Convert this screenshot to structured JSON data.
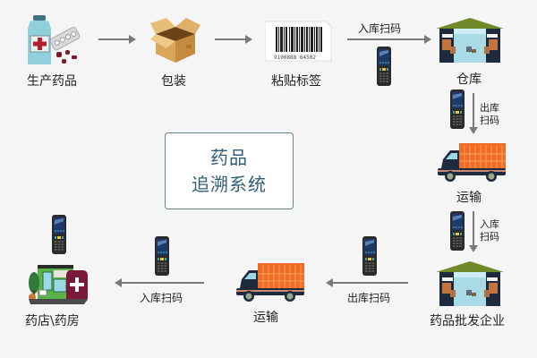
{
  "title": {
    "line1": "药品",
    "line2": "追溯系统"
  },
  "nodes": [
    {
      "id": "produce",
      "label": "生产药品",
      "icon": "medicine-bottle-icon"
    },
    {
      "id": "package",
      "label": "包装",
      "icon": "cardboard-box-icon"
    },
    {
      "id": "label",
      "label": "粘贴标签",
      "icon": "barcode-label-icon"
    },
    {
      "id": "warehouse",
      "label": "仓库",
      "icon": "warehouse-icon"
    },
    {
      "id": "transport1",
      "label": "运输",
      "icon": "truck-icon"
    },
    {
      "id": "wholesaler",
      "label": "药品批发企业",
      "icon": "warehouse-icon"
    },
    {
      "id": "transport2",
      "label": "运输",
      "icon": "truck-icon"
    },
    {
      "id": "pharmacy",
      "label": "药店\\药房",
      "icon": "pharmacy-store-icon"
    }
  ],
  "edges": [
    {
      "from": "produce",
      "to": "package",
      "label": ""
    },
    {
      "from": "package",
      "to": "label",
      "label": ""
    },
    {
      "from": "label",
      "to": "warehouse",
      "label": "入库扫码"
    },
    {
      "from": "warehouse",
      "to": "transport1",
      "label_line1": "出库",
      "label_line2": "扫码"
    },
    {
      "from": "transport1",
      "to": "wholesaler",
      "label_line1": "入库",
      "label_line2": "扫码"
    },
    {
      "from": "wholesaler",
      "to": "transport2",
      "label": "出库扫码"
    },
    {
      "from": "transport2",
      "to": "pharmacy",
      "label": "入库扫码"
    }
  ],
  "colors": {
    "background": "#f5f5f5",
    "arrow": "#7a7a7a",
    "title_text": "#2f5d78",
    "box_border": "#5e8a8e"
  }
}
